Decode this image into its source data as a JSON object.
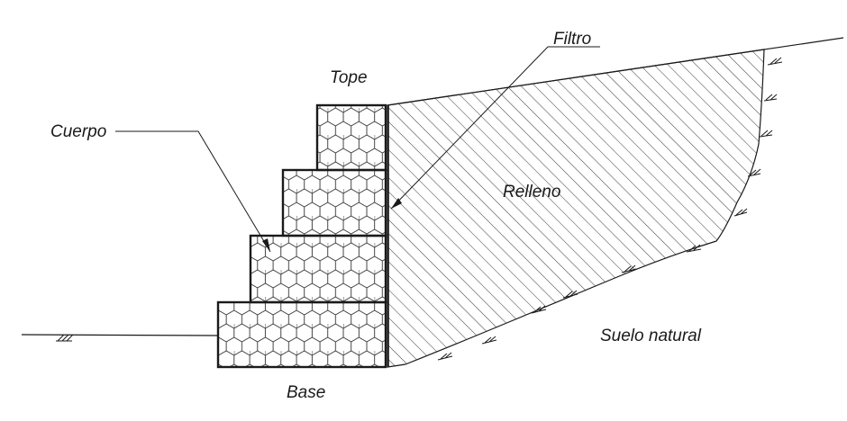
{
  "labels": {
    "filtro": "Filtro",
    "tope": "Tope",
    "cuerpo": "Cuerpo",
    "relleno": "Relleno",
    "suelo_natural": "Suelo natural",
    "base": "Base"
  }
}
